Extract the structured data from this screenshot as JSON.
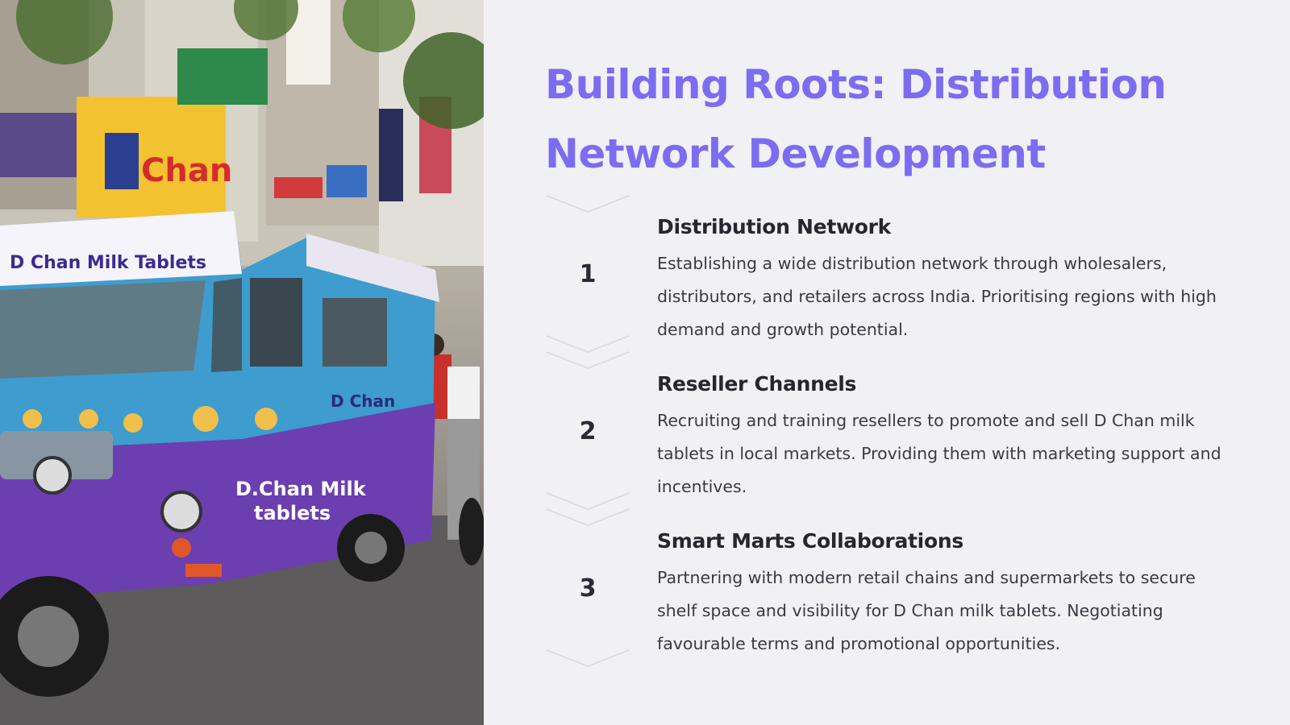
{
  "slide": {
    "title": "Building Roots: Distribution Network Development",
    "image": {
      "truck_brand": "D Chan Milk Tablets",
      "side_brand": "D Chan",
      "side_text_line1": "D.Chan Milk",
      "side_text_line2": "tablets",
      "shop_sign": "Chan"
    },
    "steps": [
      {
        "number": "1",
        "heading": "Distribution Network",
        "body": "Establishing a wide distribution network through wholesalers, distributors, and retailers across India. Prioritising regions with high demand and growth potential."
      },
      {
        "number": "2",
        "heading": "Reseller Channels",
        "body": "Recruiting and training resellers to promote and sell D Chan milk tablets in local markets. Providing them with marketing support and incentives."
      },
      {
        "number": "3",
        "heading": "Smart Marts Collaborations",
        "body": "Partnering with modern retail chains and supermarkets to secure shelf space and visibility for D Chan milk tablets. Negotiating favourable terms and promotional opportunities."
      }
    ]
  },
  "colors": {
    "title": "#7c6cf0",
    "background": "#f0f0f5",
    "truck_purple": "#6b3fb0",
    "truck_blue": "#3e9ccf"
  }
}
